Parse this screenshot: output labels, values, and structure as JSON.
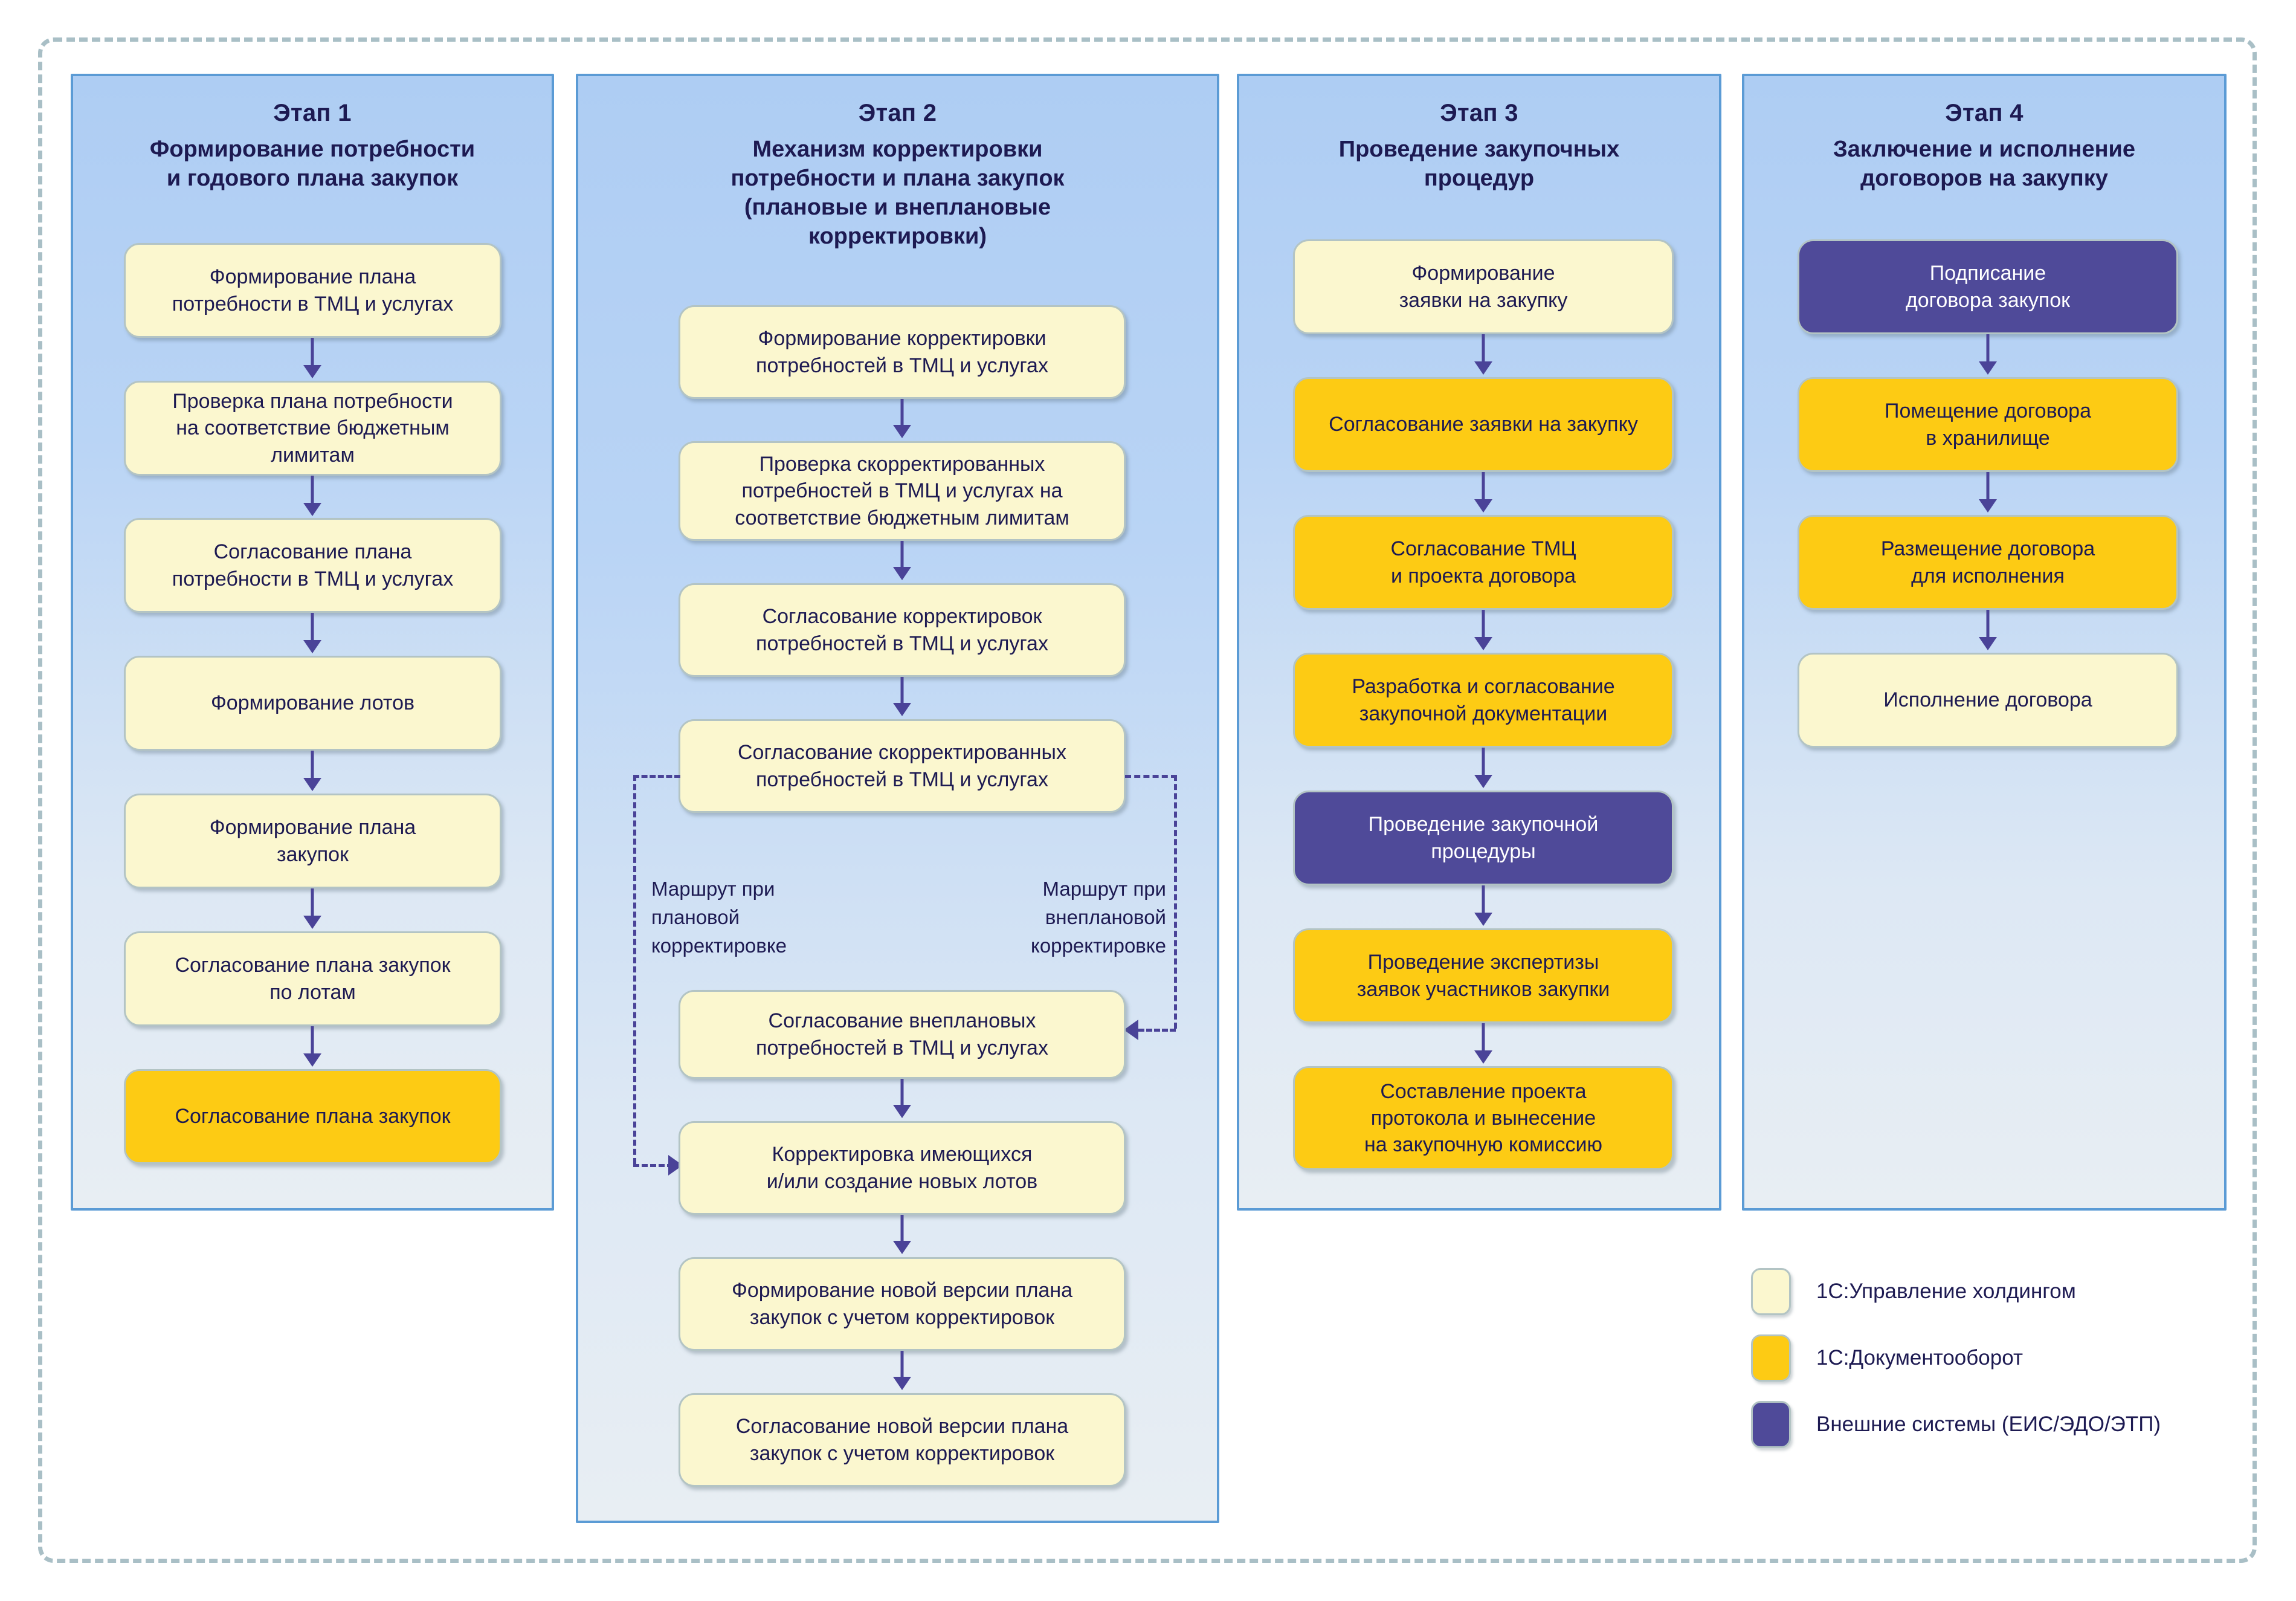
{
  "colors": {
    "uh": "#FBF7CF",
    "do": "#FDCB14",
    "ext": "#4F4A99",
    "panel_border": "#5B9BD5",
    "arrow": "#4A4398",
    "frame_dash": "#A9BFC6",
    "text": "#1D1A52"
  },
  "stages": [
    {
      "number": "Этап 1",
      "title": "Формирование потребности\nи годового плана закупок",
      "boxes": [
        {
          "label": "Формирование плана\nпотребности в ТМЦ и услугах",
          "color": "uh"
        },
        {
          "label": "Проверка плана потребности\nна соответствие бюджетным\nлимитам",
          "color": "uh"
        },
        {
          "label": "Согласование плана\nпотребности в ТМЦ и услугах",
          "color": "uh"
        },
        {
          "label": "Формирование лотов",
          "color": "uh"
        },
        {
          "label": "Формирование плана\nзакупок",
          "color": "uh"
        },
        {
          "label": "Согласование плана закупок\nпо лотам",
          "color": "uh"
        },
        {
          "label": "Согласование плана закупок",
          "color": "do"
        }
      ]
    },
    {
      "number": "Этап 2",
      "title": "Механизм корректировки\nпотребности и плана закупок\n(плановые и внеплановые\nкорректировки)",
      "boxes": [
        {
          "label": "Формирование корректировки\nпотребностей в ТМЦ и услугах",
          "color": "uh"
        },
        {
          "label": "Проверка скорректированных\nпотребностей в ТМЦ и услугах на\nсоответствие бюджетным лимитам",
          "color": "uh"
        },
        {
          "label": "Согласование корректировок\nпотребностей в ТМЦ и услугах",
          "color": "uh"
        },
        {
          "label": "Согласование скорректированных\nпотребностей в ТМЦ и услугах",
          "color": "uh"
        },
        {
          "label": "Согласование внеплановых\nпотребностей в ТМЦ и услугах",
          "color": "uh"
        },
        {
          "label": "Корректировка имеющихся\nи/или создание новых лотов",
          "color": "uh"
        },
        {
          "label": "Формирование новой версии плана\nзакупок с учетом корректировок",
          "color": "uh"
        },
        {
          "label": "Согласование новой версии плана\nзакупок с учетом корректировок",
          "color": "uh"
        }
      ],
      "route_left": "Маршрут при\nплановой\nкорректировке",
      "route_right": "Маршрут при\nвнеплановой\nкорректировке"
    },
    {
      "number": "Этап 3",
      "title": "Проведение закупочных\nпроцедур",
      "boxes": [
        {
          "label": "Формирование\nзаявки на закупку",
          "color": "uh"
        },
        {
          "label": "Согласование заявки на закупку",
          "color": "do"
        },
        {
          "label": "Согласование ТМЦ\nи проекта договора",
          "color": "do"
        },
        {
          "label": "Разработка и согласование\nзакупочной документации",
          "color": "do"
        },
        {
          "label": "Проведение закупочной\nпроцедуры",
          "color": "ext"
        },
        {
          "label": "Проведение экспертизы\nзаявок участников закупки",
          "color": "do"
        },
        {
          "label": "Составление проекта\nпротокола и вынесение\nна закупочную комиссию",
          "color": "do"
        }
      ]
    },
    {
      "number": "Этап 4",
      "title": "Заключение и исполнение\nдоговоров на закупку",
      "boxes": [
        {
          "label": "Подписание\nдоговора закупок",
          "color": "ext"
        },
        {
          "label": "Помещение договора\nв хранилище",
          "color": "do"
        },
        {
          "label": "Размещение договора\nдля исполнения",
          "color": "do"
        },
        {
          "label": "Исполнение договора",
          "color": "uh"
        }
      ]
    }
  ],
  "legend": [
    {
      "label": "1С:Управление холдингом",
      "color": "uh"
    },
    {
      "label": "1С:Документооборот",
      "color": "do"
    },
    {
      "label": "Внешние системы (ЕИС/ЭДО/ЭТП)",
      "color": "ext"
    }
  ]
}
